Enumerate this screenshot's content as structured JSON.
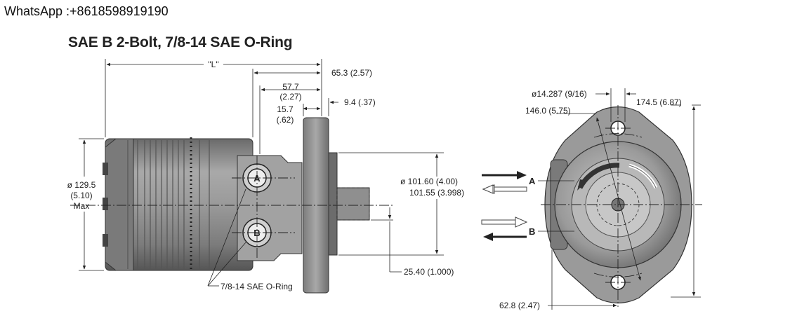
{
  "header": {
    "contact": "WhatsApp :+8618598919190",
    "title": "SAE B 2-Bolt, 7/8-14 SAE O-Ring"
  },
  "side_view": {
    "length_label": "\"L\"",
    "dim_65_3": "65.3 (2.57)",
    "dim_57_7_a": "57.7",
    "dim_57_7_b": "(2.27)",
    "dim_15_7_a": "15.7",
    "dim_15_7_b": "(.62)",
    "dim_9_4": "9.4 (.37)",
    "dia_129_5_a": "ø 129.5",
    "dia_129_5_b": "(5.10)",
    "dia_129_5_c": "Max",
    "pilot_a": "ø 101.60 (4.00)",
    "pilot_b": "101.55 (3.998)",
    "dim_25_40": "25.40 (1.000)",
    "port_a": "A",
    "port_b": "B",
    "oring_label": "7/8-14 SAE O-Ring"
  },
  "end_view": {
    "bolt_hole": "ø14.287 (9/16)",
    "bolt_circle": "146.0 (5.75)",
    "dim_174_5": "174.5 (6.87)",
    "dim_62_8": "62.8 (2.47)",
    "flow_a": "A",
    "flow_b": "B"
  },
  "colors": {
    "line": "#222222",
    "body": "#8e8e8e",
    "body_dark": "#5a5a5a",
    "body_light": "#c4c4c4"
  }
}
